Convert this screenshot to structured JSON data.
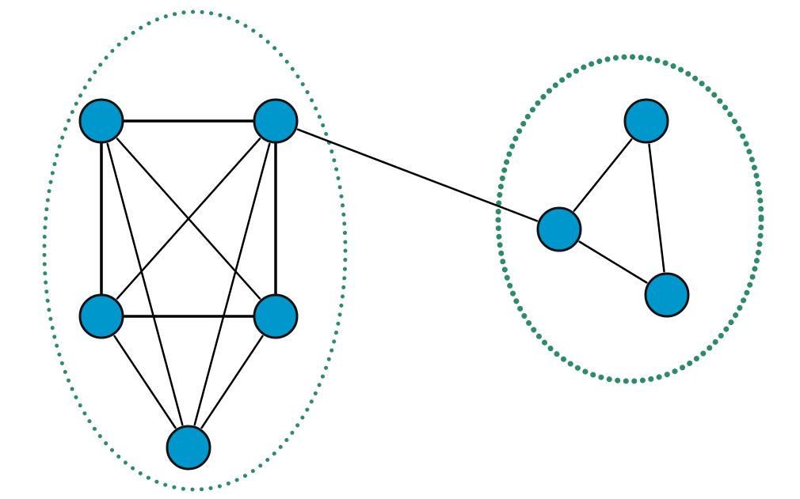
{
  "colors": {
    "node_fill": "#0098cc",
    "node_stroke": "#111111",
    "edge": "#000000",
    "cluster_border": "#2e8b68",
    "background": "#ffffff"
  },
  "clusters": [
    {
      "id": "left-cluster",
      "border_style": "dotted",
      "nodes": [
        "A",
        "B",
        "C",
        "D",
        "E"
      ]
    },
    {
      "id": "right-cluster",
      "border_style": "dotted",
      "nodes": [
        "F",
        "G",
        "H"
      ]
    }
  ],
  "nodes": [
    {
      "id": "A",
      "cluster": "left-cluster"
    },
    {
      "id": "B",
      "cluster": "left-cluster"
    },
    {
      "id": "C",
      "cluster": "left-cluster"
    },
    {
      "id": "D",
      "cluster": "left-cluster"
    },
    {
      "id": "E",
      "cluster": "left-cluster"
    },
    {
      "id": "F",
      "cluster": "right-cluster"
    },
    {
      "id": "G",
      "cluster": "right-cluster"
    },
    {
      "id": "H",
      "cluster": "right-cluster"
    }
  ],
  "edges": [
    {
      "from": "A",
      "to": "B"
    },
    {
      "from": "A",
      "to": "C"
    },
    {
      "from": "B",
      "to": "D"
    },
    {
      "from": "C",
      "to": "D"
    },
    {
      "from": "A",
      "to": "D"
    },
    {
      "from": "B",
      "to": "C"
    },
    {
      "from": "A",
      "to": "E"
    },
    {
      "from": "B",
      "to": "E"
    },
    {
      "from": "C",
      "to": "E"
    },
    {
      "from": "D",
      "to": "E"
    },
    {
      "from": "B",
      "to": "G"
    },
    {
      "from": "G",
      "to": "F"
    },
    {
      "from": "G",
      "to": "H"
    },
    {
      "from": "F",
      "to": "H"
    }
  ]
}
